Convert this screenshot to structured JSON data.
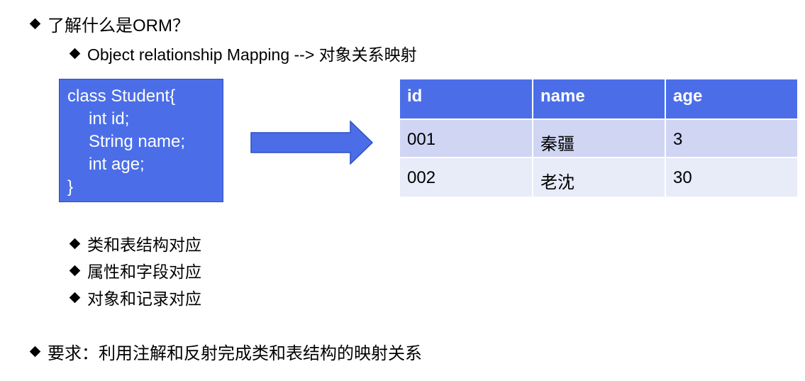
{
  "intro": {
    "question": "了解什么是ORM？",
    "definition": "Object relationship Mapping --> 对象关系映射"
  },
  "code": {
    "lines": [
      "class Student{",
      "int id;",
      "String name;",
      "int age;",
      "}"
    ]
  },
  "table": {
    "headers": [
      "id",
      "name",
      "age"
    ],
    "rows": [
      [
        "001",
        "秦疆",
        "3"
      ],
      [
        "002",
        "老沈",
        "30"
      ]
    ]
  },
  "mappings": [
    "类和表结构对应",
    "属性和字段对应",
    "对象和记录对应"
  ],
  "requirement": "要求：利用注解和反射完成类和表结构的映射关系",
  "colors": {
    "box_blue": "#4b6ee8",
    "row_alt_1": "#cfd5f3",
    "row_alt_2": "#e8ebf8"
  }
}
